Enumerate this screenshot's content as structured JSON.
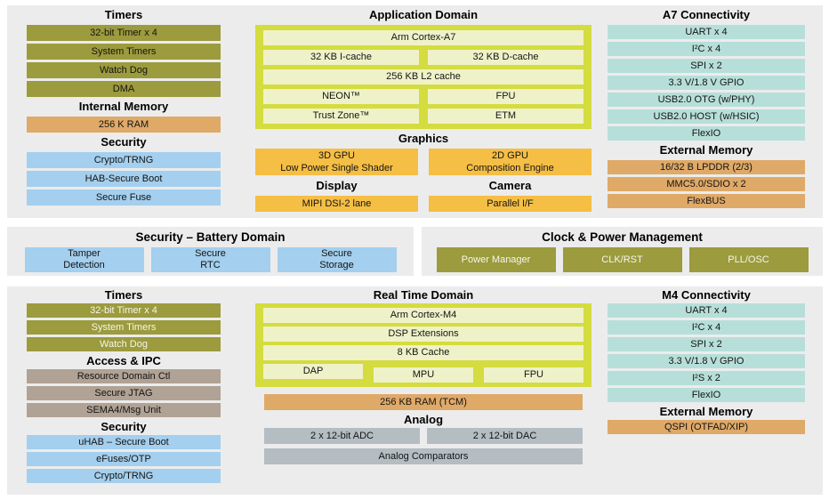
{
  "colors": {
    "panel_bg": "#ececec",
    "olive": "#9c9b3d",
    "light_blue": "#a4cfee",
    "teal": "#b7dfd9",
    "tan_memory": "#dfa968",
    "gold_graphics": "#f5be45",
    "domain_green": "#d4dc3f",
    "domain_cell_yellow": "#eff2c8",
    "analog_gray": "#b4bdc1",
    "access_taupe": "#b0a294"
  },
  "top": {
    "timers_title": "Timers",
    "timers": [
      "32-bit Timer x 4",
      "System Timers",
      "Watch Dog",
      "DMA"
    ],
    "internal_memory_title": "Internal Memory",
    "internal_memory": [
      "256 K RAM"
    ],
    "security_title": "Security",
    "security": [
      "Crypto/TRNG",
      "HAB-Secure Boot",
      "Secure Fuse"
    ],
    "app_domain": {
      "title": "Application Domain",
      "cpu": "Arm Cortex-A7",
      "icache": "32 KB I-cache",
      "dcache": "32 KB D-cache",
      "l2cache": "256 KB L2 cache",
      "neon": "NEON™",
      "fpu": "FPU",
      "trustzone": "Trust Zone™",
      "etm": "ETM"
    },
    "graphics_title": "Graphics",
    "gpu3d": {
      "line1": "3D GPU",
      "line2": "Low Power Single Shader"
    },
    "gpu2d": {
      "line1": "2D GPU",
      "line2": "Composition Engine"
    },
    "display_title": "Display",
    "display_item": "MIPI DSI-2 lane",
    "camera_title": "Camera",
    "camera_item": "Parallel I/F",
    "a7_conn_title": "A7 Connectivity",
    "a7_conn": [
      "UART x 4",
      "I²C x 4",
      "SPI x 2",
      "3.3 V/1.8 V GPIO",
      "USB2.0 OTG (w/PHY)",
      "USB2.0 HOST (w/HSIC)",
      "FlexIO"
    ],
    "ext_mem_title": "External Memory",
    "ext_mem": [
      "16/32 B LPDDR (2/3)",
      "MMC5.0/SDIO x 2",
      "FlexBUS"
    ]
  },
  "battery": {
    "title": "Security – Battery Domain",
    "boxes": [
      {
        "line1": "Tamper",
        "line2": "Detection"
      },
      {
        "line1": "Secure",
        "line2": "RTC"
      },
      {
        "line1": "Secure",
        "line2": "Storage"
      }
    ]
  },
  "clock": {
    "title": "Clock & Power Management",
    "boxes": [
      "Power Manager",
      "CLK/RST",
      "PLL/OSC"
    ]
  },
  "bottom": {
    "timers_title": "Timers",
    "timers": [
      "32-bit Timer x 4",
      "System Timers",
      "Watch Dog"
    ],
    "access_title": "Access & IPC",
    "access": [
      "Resource Domain Ctl",
      "Secure JTAG",
      "SEMA4/Msg Unit"
    ],
    "security_title": "Security",
    "security": [
      "uHAB – Secure Boot",
      "eFuses/OTP",
      "Crypto/TRNG"
    ],
    "rt_domain": {
      "title": "Real Time Domain",
      "cpu": "Arm Cortex-M4",
      "dsp": "DSP Extensions",
      "cache": "8 KB Cache",
      "dap": "DAP",
      "mpu": "MPU",
      "fpu": "FPU"
    },
    "ram": "256 KB RAM (TCM)",
    "analog_title": "Analog",
    "adc": "2 x 12-bit ADC",
    "dac": "2 x 12-bit DAC",
    "comparators": "Analog Comparators",
    "m4_conn_title": "M4 Connectivity",
    "m4_conn": [
      "UART x 4",
      "I²C x 4",
      "SPI x 2",
      "3.3 V/1.8 V GPIO",
      "I²S x 2",
      "FlexIO"
    ],
    "ext_mem_title": "External Memory",
    "ext_mem": [
      "QSPI (OTFAD/XIP)"
    ]
  }
}
